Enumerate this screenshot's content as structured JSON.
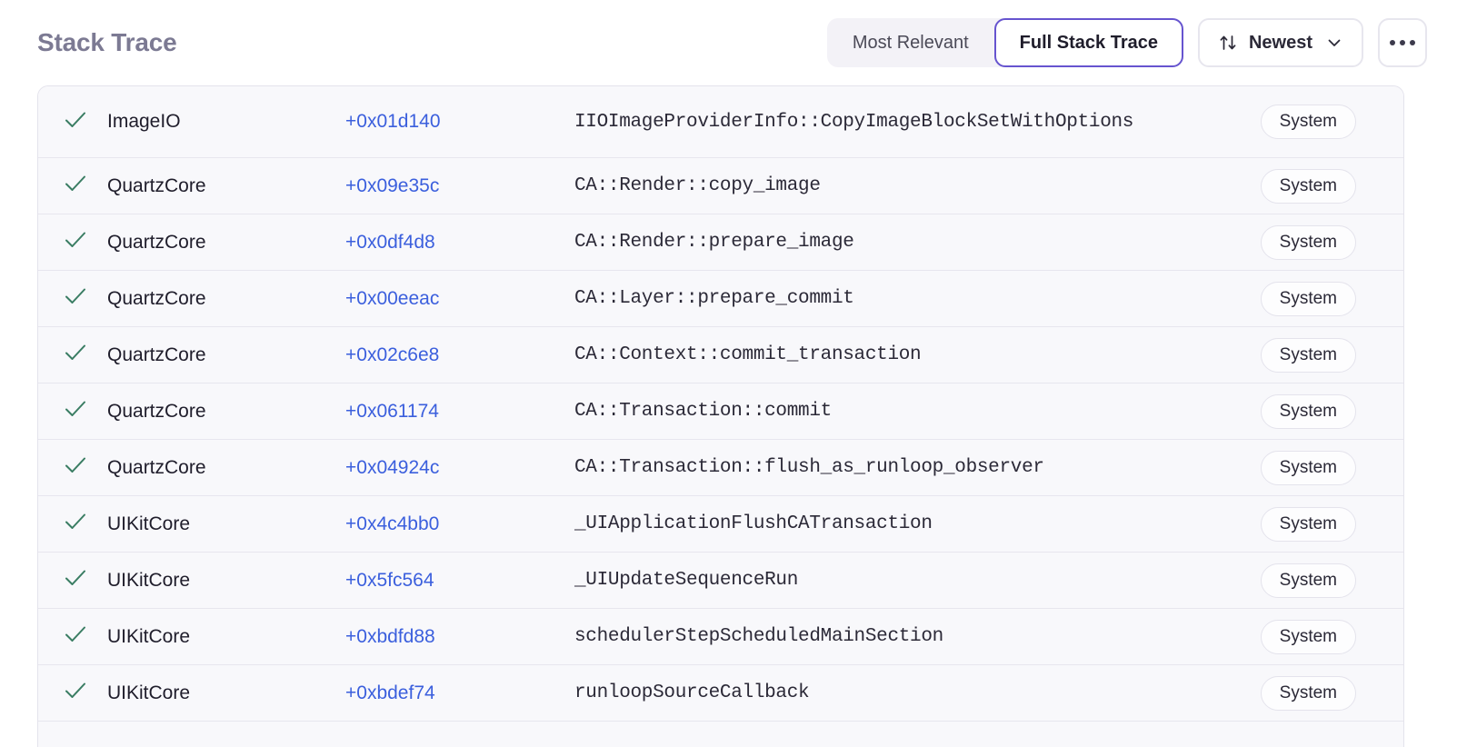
{
  "header": {
    "title": "Stack Trace",
    "segmented": {
      "options": [
        {
          "label": "Most Relevant",
          "selected": false
        },
        {
          "label": "Full Stack Trace",
          "selected": true
        }
      ]
    },
    "sort": {
      "icon": "sort-updown-icon",
      "label": "Newest",
      "chevron": "chevron-down-icon"
    },
    "more": {
      "icon": "ellipsis-icon"
    }
  },
  "colors": {
    "accent_purple": "#6654cf",
    "link_blue": "#3b5fdd",
    "check_green": "#3a7d63",
    "title_muted": "#7c7a93",
    "row_bg": "#f8f8fb",
    "row_border": "#e7e6ee"
  },
  "table": {
    "rows": [
      {
        "status": "check-icon",
        "image": "ImageIO",
        "offset": "+0x01d140",
        "function": "IIOImageProviderInfo::CopyImageBlockSetWithOptions",
        "badge": "System",
        "tall": true
      },
      {
        "status": "check-icon",
        "image": "QuartzCore",
        "offset": "+0x09e35c",
        "function": "CA::Render::copy_image",
        "badge": "System",
        "tall": false
      },
      {
        "status": "check-icon",
        "image": "QuartzCore",
        "offset": "+0x0df4d8",
        "function": "CA::Render::prepare_image",
        "badge": "System",
        "tall": false
      },
      {
        "status": "check-icon",
        "image": "QuartzCore",
        "offset": "+0x00eeac",
        "function": "CA::Layer::prepare_commit",
        "badge": "System",
        "tall": false
      },
      {
        "status": "check-icon",
        "image": "QuartzCore",
        "offset": "+0x02c6e8",
        "function": "CA::Context::commit_transaction",
        "badge": "System",
        "tall": false
      },
      {
        "status": "check-icon",
        "image": "QuartzCore",
        "offset": "+0x061174",
        "function": "CA::Transaction::commit",
        "badge": "System",
        "tall": false
      },
      {
        "status": "check-icon",
        "image": "QuartzCore",
        "offset": "+0x04924c",
        "function": "CA::Transaction::flush_as_runloop_observer",
        "badge": "System",
        "tall": false
      },
      {
        "status": "check-icon",
        "image": "UIKitCore",
        "offset": "+0x4c4bb0",
        "function": "_UIApplicationFlushCATransaction",
        "badge": "System",
        "tall": false
      },
      {
        "status": "check-icon",
        "image": "UIKitCore",
        "offset": "+0x5fc564",
        "function": "_UIUpdateSequenceRun",
        "badge": "System",
        "tall": false
      },
      {
        "status": "check-icon",
        "image": "UIKitCore",
        "offset": "+0xbdfd88",
        "function": "schedulerStepScheduledMainSection",
        "badge": "System",
        "tall": false
      },
      {
        "status": "check-icon",
        "image": "UIKitCore",
        "offset": "+0xbdef74",
        "function": "runloopSourceCallback",
        "badge": "System",
        "tall": false
      }
    ]
  }
}
